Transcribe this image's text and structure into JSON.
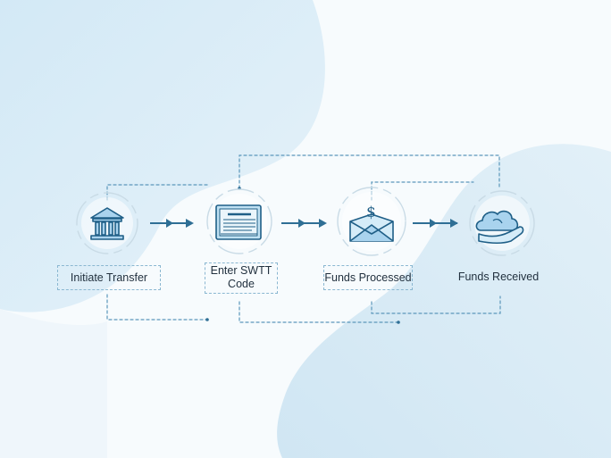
{
  "colors": {
    "accent": "#2f6f95",
    "icon_fill": "#a9d3ee",
    "icon_stroke": "#1f5f87",
    "connector": "#5b97bb",
    "ring": "#c9dbe6",
    "background_blob": "#d7ebf6"
  },
  "steps": [
    {
      "id": "initiate",
      "label": "Initiate Transfer",
      "icon": "bank-icon"
    },
    {
      "id": "swift",
      "label_line1": "Enter SWTT",
      "label_line2": "Code",
      "icon": "document-icon"
    },
    {
      "id": "processed",
      "label": "Funds Processed",
      "icon": "envelope-dollar-icon",
      "icon_text": "$"
    },
    {
      "id": "received",
      "label": "Funds Received",
      "icon": "cloud-hand-icon"
    }
  ]
}
